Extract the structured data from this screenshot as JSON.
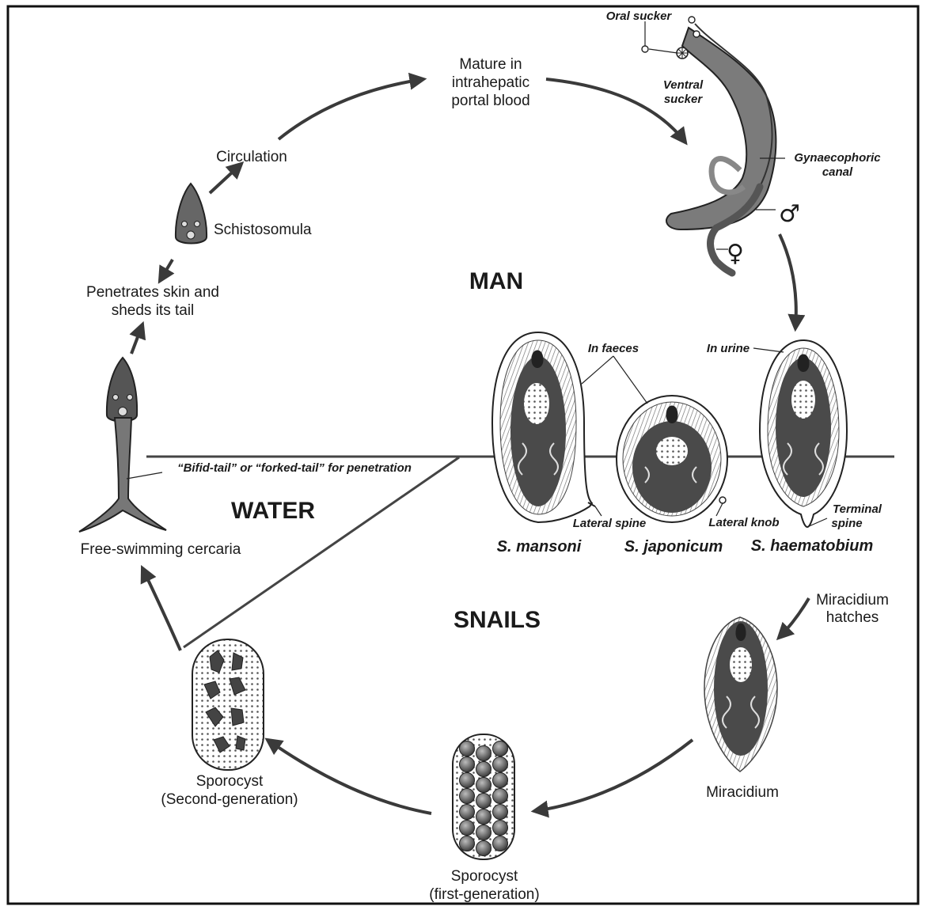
{
  "regions": {
    "man": "MAN",
    "water": "WATER",
    "snails": "SNAILS"
  },
  "stages": {
    "mature_line1": "Mature in",
    "mature_line2": "intrahepatic",
    "mature_line3": "portal blood",
    "circulation": "Circulation",
    "schistosomula": "Schistosomula",
    "penetrates_line1": "Penetrates skin and",
    "penetrates_line2": "sheds its tail",
    "free_swimming": "Free-swimming cercaria",
    "sporocyst2_line1": "Sporocyst",
    "sporocyst2_line2": "(Second-generation)",
    "sporocyst1_line1": "Sporocyst",
    "sporocyst1_line2": "(first-generation)",
    "miracidium": "Miracidium",
    "miracidium_hatches_line1": "Miracidium",
    "miracidium_hatches_line2": "hatches"
  },
  "worm_labels": {
    "oral_sucker": "Oral sucker",
    "ventral_line1": "Ventral",
    "ventral_line2": "sucker",
    "gyn_line1": "Gynaecophoric",
    "gyn_line2": "canal",
    "male_symbol": "♂",
    "female_symbol": "♀"
  },
  "egg_labels": {
    "in_faeces": "In faeces",
    "in_urine": "In urine",
    "lateral_spine": "Lateral spine",
    "lateral_knob": "Lateral knob",
    "terminal_line1": "Terminal",
    "terminal_line2": "spine",
    "bifid_tail": "“Bifid-tail” or “forked-tail” for penetration"
  },
  "species": {
    "mansoni": "S. mansoni",
    "japonicum": "S. japonicum",
    "haematobium": "S. haematobium"
  }
}
